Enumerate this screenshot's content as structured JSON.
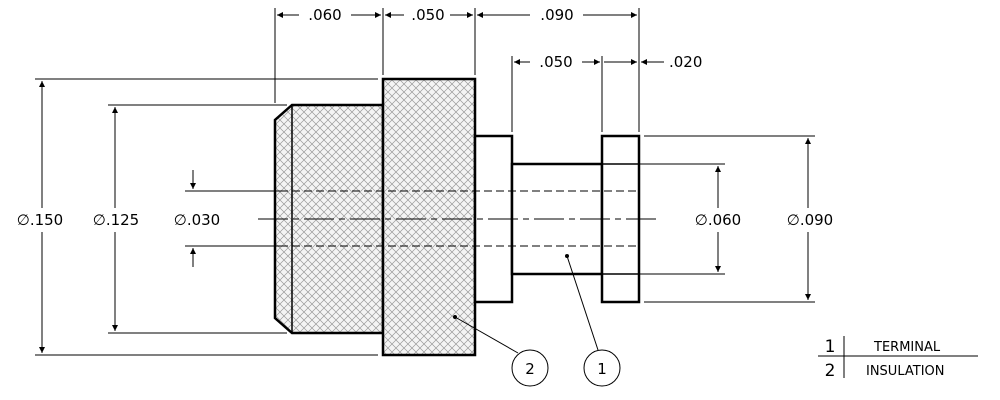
{
  "dimensions": {
    "width_060": ".060",
    "width_050_top": ".050",
    "width_090": ".090",
    "width_050_mid": ".050",
    "width_020": ".020",
    "dia_150": "∅.150",
    "dia_125": "∅.125",
    "dia_030": "∅.030",
    "dia_060": "∅.060",
    "dia_090": "∅.090"
  },
  "balloons": {
    "insulation": "2",
    "terminal": "1"
  },
  "parts_list": [
    {
      "number": "1",
      "name": "TERMINAL"
    },
    {
      "number": "2",
      "name": "INSULATION"
    }
  ]
}
